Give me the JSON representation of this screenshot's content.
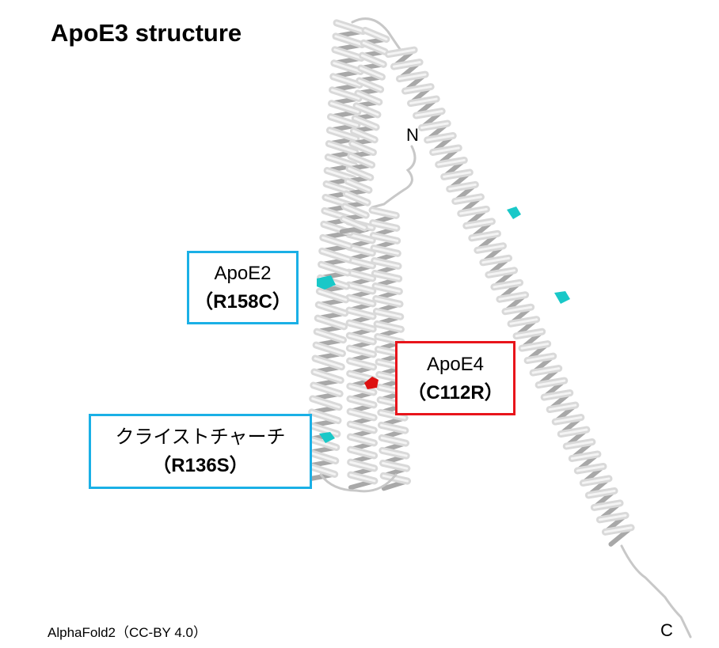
{
  "title": "ApoE3 structure",
  "footer": "AlphaFold2（CC-BY 4.0）",
  "termini": {
    "n": "N",
    "c": "C"
  },
  "labels": [
    {
      "name": "ApoE2",
      "mutation": "（R158C）",
      "color": "#1ab0e6"
    },
    {
      "name": "ApoE4",
      "mutation": "（C112R）",
      "color": "#e8141b"
    },
    {
      "name": "クライストチャーチ",
      "mutation": "（R136S）",
      "color": "#1ab0e6"
    }
  ],
  "colors": {
    "helix": "#d9d9d9",
    "variant_cyan": "#19c8c8",
    "variant_red": "#dd1111"
  }
}
